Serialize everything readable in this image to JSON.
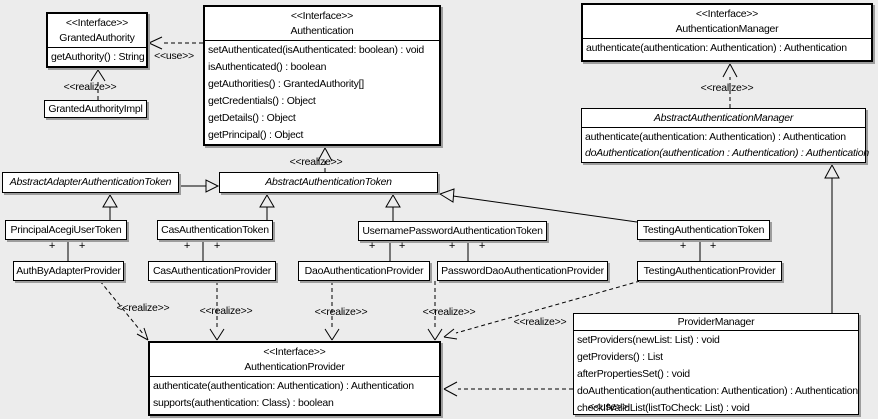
{
  "diagram": {
    "colors": {
      "background": "#ececec",
      "box_fill": "#ffffff",
      "line": "#000000",
      "shadow": "#9d9d9d"
    }
  },
  "edges": {
    "realize_label": "<<realize>>",
    "use_label": "<<use>>",
    "plus_label": "+"
  },
  "classes": {
    "granted_authority": {
      "stereotype": "<<Interface>>",
      "name": "GrantedAuthority",
      "methods": [
        "getAuthority() : String"
      ]
    },
    "granted_authority_impl": {
      "name": "GrantedAuthorityImpl"
    },
    "authentication": {
      "stereotype": "<<Interface>>",
      "name": "Authentication",
      "methods": [
        "setAuthenticated(isAuthenticated: boolean) : void",
        "isAuthenticated() : boolean",
        "getAuthorities() : GrantedAuthority[]",
        "getCredentials() : Object",
        "getDetails() : Object",
        "getPrincipal() : Object"
      ]
    },
    "authentication_manager": {
      "stereotype": "<<Interface>>",
      "name": "AuthenticationManager",
      "methods": [
        "authenticate(authentication: Authentication) : Authentication"
      ]
    },
    "abstract_authentication_manager": {
      "name": "AbstractAuthenticationManager",
      "methods": [
        "authenticate(authentication: Authentication) : Authentication",
        "doAuthentication(authentication : Authentication) : Authentication"
      ]
    },
    "abstract_adapter_authentication_token": {
      "name": "AbstractAdapterAuthenticationToken"
    },
    "abstract_authentication_token": {
      "name": "AbstractAuthenticationToken"
    },
    "principal_acegi_user_token": {
      "name": "PrincipalAcegiUserToken"
    },
    "cas_authentication_token": {
      "name": "CasAuthenticationToken"
    },
    "username_password_authentication_token": {
      "name": "UsernamePasswordAuthenticationToken"
    },
    "testing_authentication_token": {
      "name": "TestingAuthenticationToken"
    },
    "auth_by_adapter_provider": {
      "name": "AuthByAdapterProvider"
    },
    "cas_authentication_provider": {
      "name": "CasAuthenticationProvider"
    },
    "dao_authentication_provider": {
      "name": "DaoAuthenticationProvider"
    },
    "password_dao_authentication_provider": {
      "name": "PasswordDaoAuthenticationProvider"
    },
    "testing_authentication_provider": {
      "name": "TestingAuthenticationProvider"
    },
    "authentication_provider": {
      "stereotype": "<<Interface>>",
      "name": "AuthenticationProvider",
      "methods": [
        "authenticate(authentication: Authentication) : Authentication",
        "supports(authentication: Class) : boolean"
      ]
    },
    "provider_manager": {
      "name": "ProviderManager",
      "methods": [
        "setProviders(newList: List) : void",
        "getProviders() : List",
        "afterPropertiesSet() : void",
        "doAuthentication(authentication: Authentication) : Authentication",
        "checkIfValidList(listToCheck: List) : void"
      ]
    }
  }
}
